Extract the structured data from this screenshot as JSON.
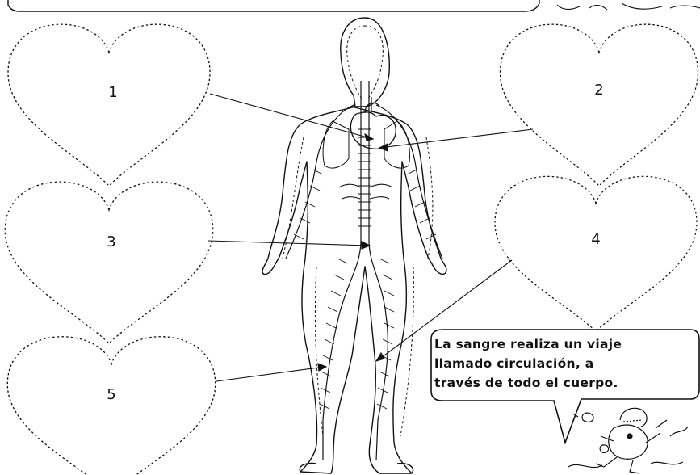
{
  "hearts": [
    {
      "label": "1"
    },
    {
      "label": "2"
    },
    {
      "label": "3"
    },
    {
      "label": "4"
    },
    {
      "label": "5"
    }
  ],
  "speech_bubble": {
    "lines": [
      "La sangre realiza un viaje",
      "llamado circulación, a",
      "través de todo el cuerpo."
    ]
  },
  "colors": {
    "ink": "#111111",
    "background": "#ffffff"
  }
}
